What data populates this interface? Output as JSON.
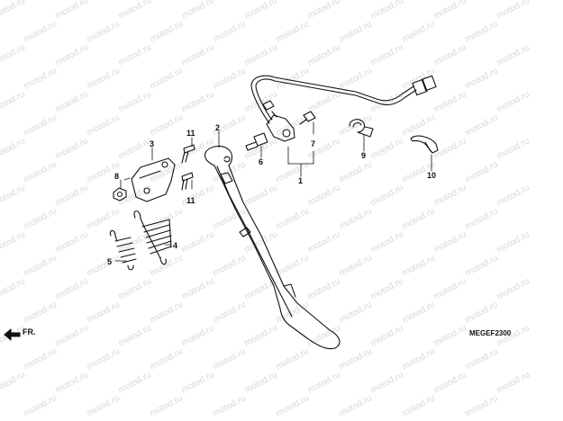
{
  "watermark": "motod.ru",
  "diagram_code": "MEGEF2300",
  "front_indicator": "FR.",
  "callouts": [
    {
      "id": "c1",
      "text": "1"
    },
    {
      "id": "c2",
      "text": "2"
    },
    {
      "id": "c3",
      "text": "3"
    },
    {
      "id": "c4",
      "text": "4"
    },
    {
      "id": "c5",
      "text": "5"
    },
    {
      "id": "c6",
      "text": "6"
    },
    {
      "id": "c7",
      "text": "7"
    },
    {
      "id": "c8",
      "text": "8"
    },
    {
      "id": "c9",
      "text": "9"
    },
    {
      "id": "c10",
      "text": "10"
    },
    {
      "id": "c11a",
      "text": "11"
    },
    {
      "id": "c11b",
      "text": "11"
    }
  ]
}
